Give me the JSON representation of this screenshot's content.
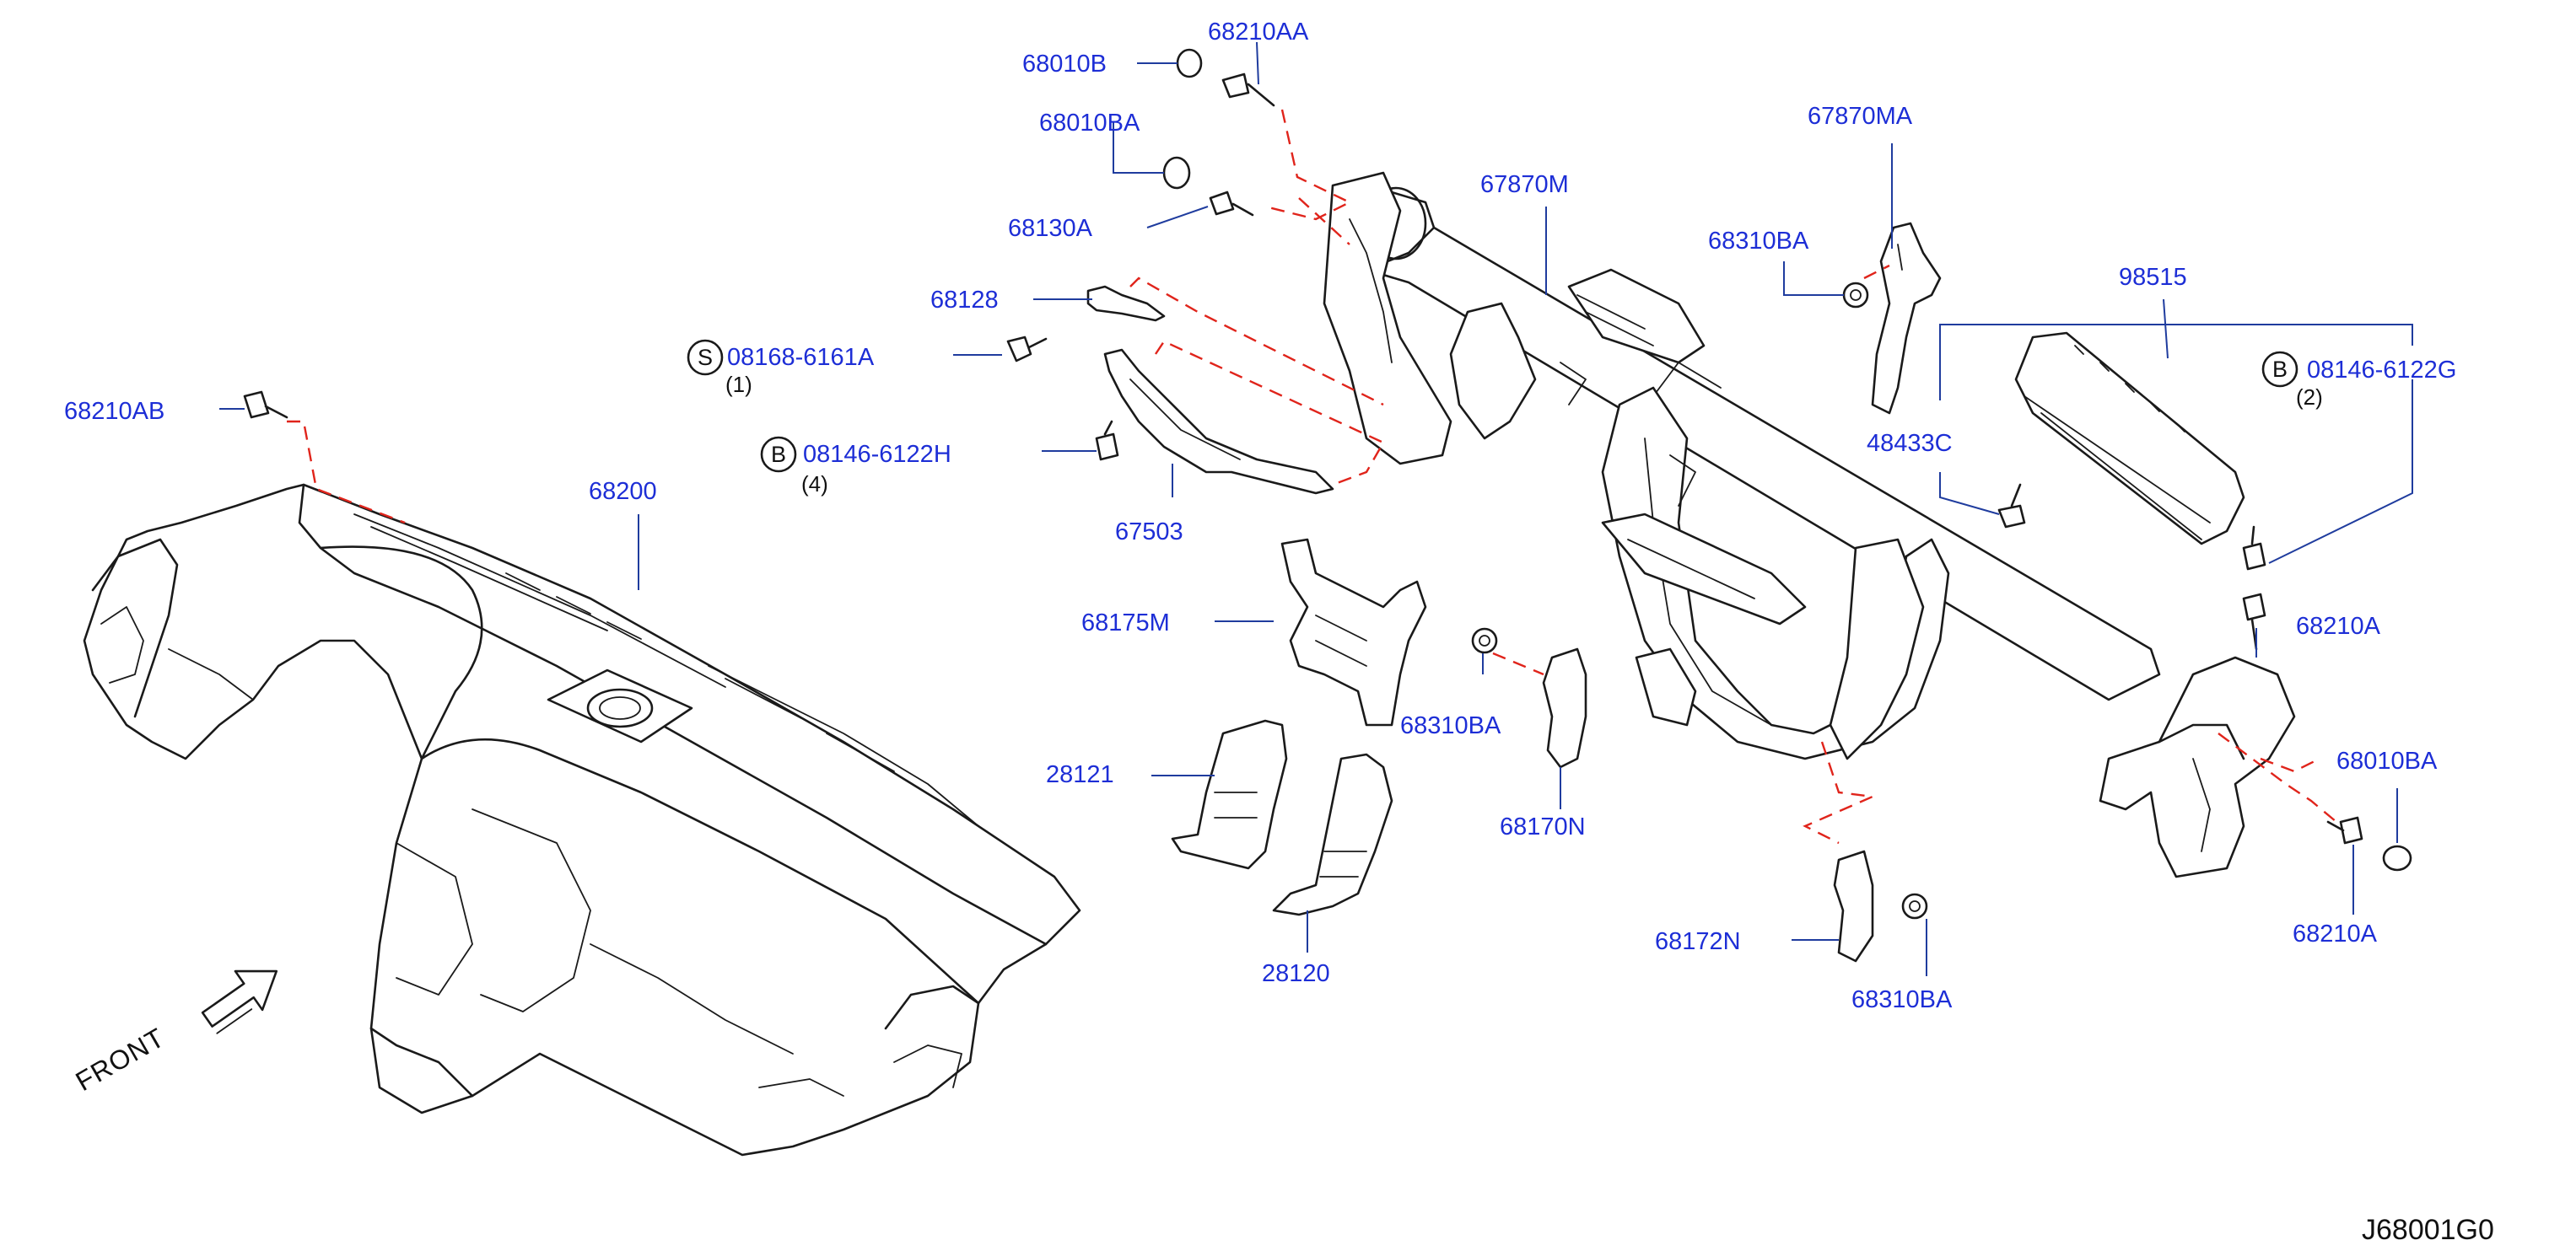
{
  "diagram": {
    "code": "J68001G0",
    "front_label": "FRONT",
    "labels": {
      "p68010B": "68010B",
      "p68210AA": "68210AA",
      "p68010BA_top": "68010BA",
      "p68130A": "68130A",
      "p68128": "68128",
      "p67870M": "67870M",
      "p67870MA": "67870MA",
      "p68310BA_top": "68310BA",
      "p98515": "98515",
      "p08146_6122G": "08146-6122G",
      "q08146_6122G": "(2)",
      "p48433C": "48433C",
      "p08168_6161A": "08168-6161A",
      "q08168_6161A": "(1)",
      "p08146_6122H": "08146-6122H",
      "q08146_6122H": "(4)",
      "p68210AB": "68210AB",
      "p68200": "68200",
      "p67503": "67503",
      "p68175M": "68175M",
      "p68310BA_mid": "68310BA",
      "p68170N": "68170N",
      "p28121": "28121",
      "p28120": "28120",
      "p68210A_upper": "68210A",
      "p68010BA_right": "68010BA",
      "p68210A_lower": "68210A",
      "p68172N": "68172N",
      "p68310BA_bot": "68310BA"
    },
    "symbols": {
      "s08168": "S",
      "b08146H": "B",
      "b08146G": "B"
    }
  }
}
